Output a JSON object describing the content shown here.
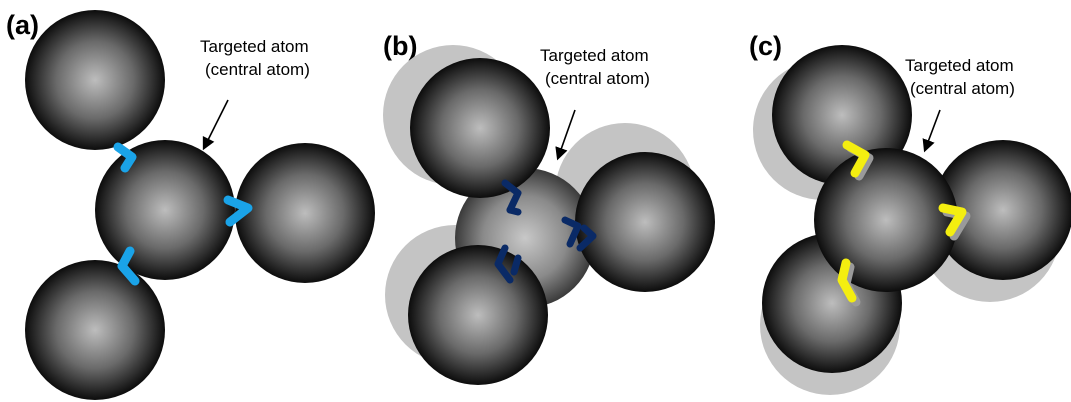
{
  "panels": [
    {
      "label": "(a)",
      "annotation_line1": "Targeted atom",
      "annotation_line2": "(central atom)",
      "bond_color": "#1aa3e8"
    },
    {
      "label": "(b)",
      "annotation_line1": "Targeted atom",
      "annotation_line2": "(central atom)",
      "bond_color": "#0a2a66"
    },
    {
      "label": "(c)",
      "annotation_line1": "Targeted atom",
      "annotation_line2": "(central atom)",
      "bond_color": "#f4ee10"
    }
  ],
  "colors": {
    "atom_dark": "#0c0c0c",
    "atom_light": "#bdbdbd",
    "shadow": "#c4c4c4"
  }
}
